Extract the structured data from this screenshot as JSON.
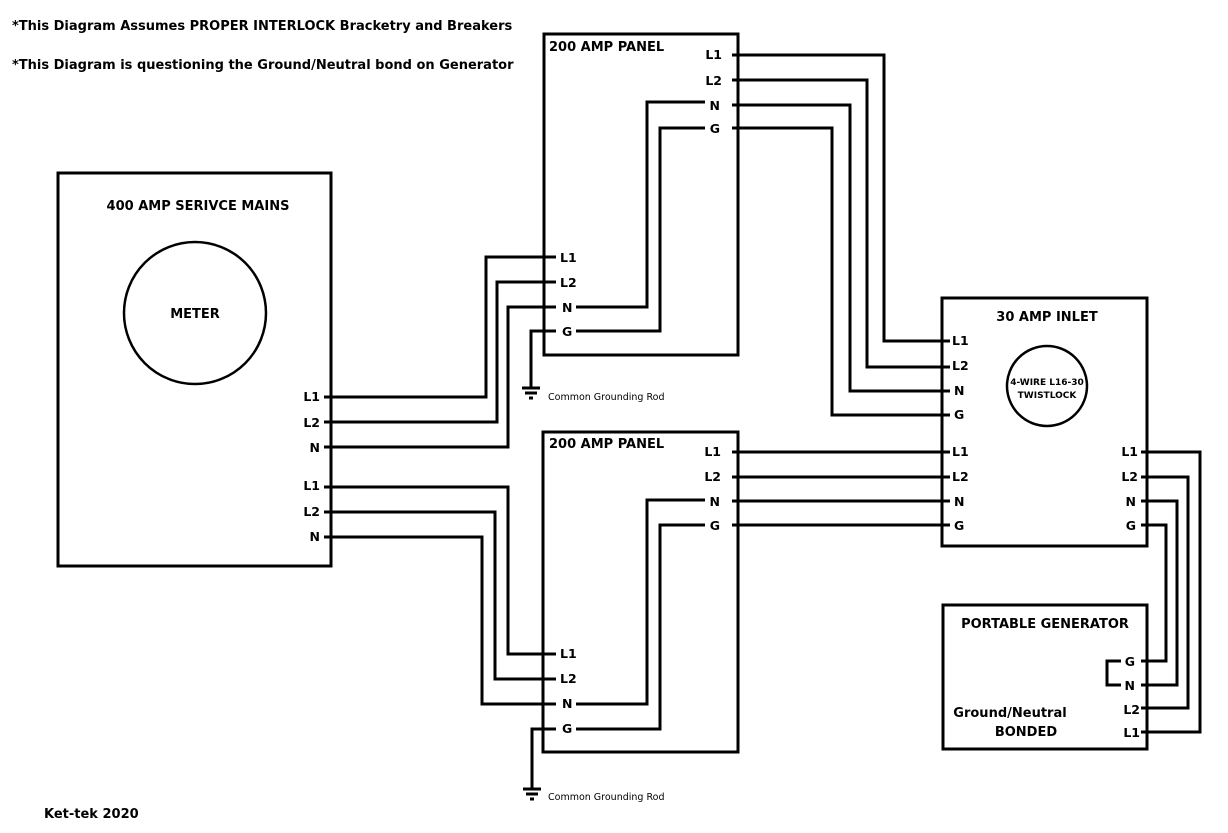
{
  "notes": [
    "*This Diagram Assumes PROPER INTERLOCK Bracketry and Breakers",
    "*This Diagram is questioning the Ground/Neutral bond on Generator"
  ],
  "service_mains": {
    "title": "400 AMP SERIVCE MAINS",
    "meter_label": "METER",
    "terminals_a": [
      "L1",
      "L2",
      "N"
    ],
    "terminals_b": [
      "L1",
      "L2",
      "N"
    ]
  },
  "panel_top": {
    "title": "200 AMP PANEL",
    "out_terminals": [
      "L1",
      "L2",
      "N",
      "G"
    ],
    "in_terminals": [
      "L1",
      "L2",
      "N",
      "G"
    ],
    "ground_label": "Common Grounding Rod"
  },
  "panel_bottom": {
    "title": "200 AMP PANEL",
    "out_terminals": [
      "L1",
      "L2",
      "N",
      "G"
    ],
    "in_terminals": [
      "L1",
      "L2",
      "N",
      "G"
    ],
    "ground_label": "Common Grounding Rod"
  },
  "inlet": {
    "title": "30 AMP INLET",
    "receptacle_line1": "4-WIRE L16-30",
    "receptacle_line2": "TWISTLOCK",
    "left_terminals_a": [
      "L1",
      "L2",
      "N",
      "G"
    ],
    "left_terminals_b": [
      "L1",
      "L2",
      "N",
      "G"
    ],
    "right_terminals": [
      "L1",
      "L2",
      "N",
      "G"
    ]
  },
  "generator": {
    "title": "PORTABLE GENERATOR",
    "terminals": [
      "G",
      "N",
      "L2",
      "L1"
    ],
    "bond_line1": "Ground/Neutral",
    "bond_line2": "BONDED"
  },
  "footer": "Ket-tek 2020"
}
